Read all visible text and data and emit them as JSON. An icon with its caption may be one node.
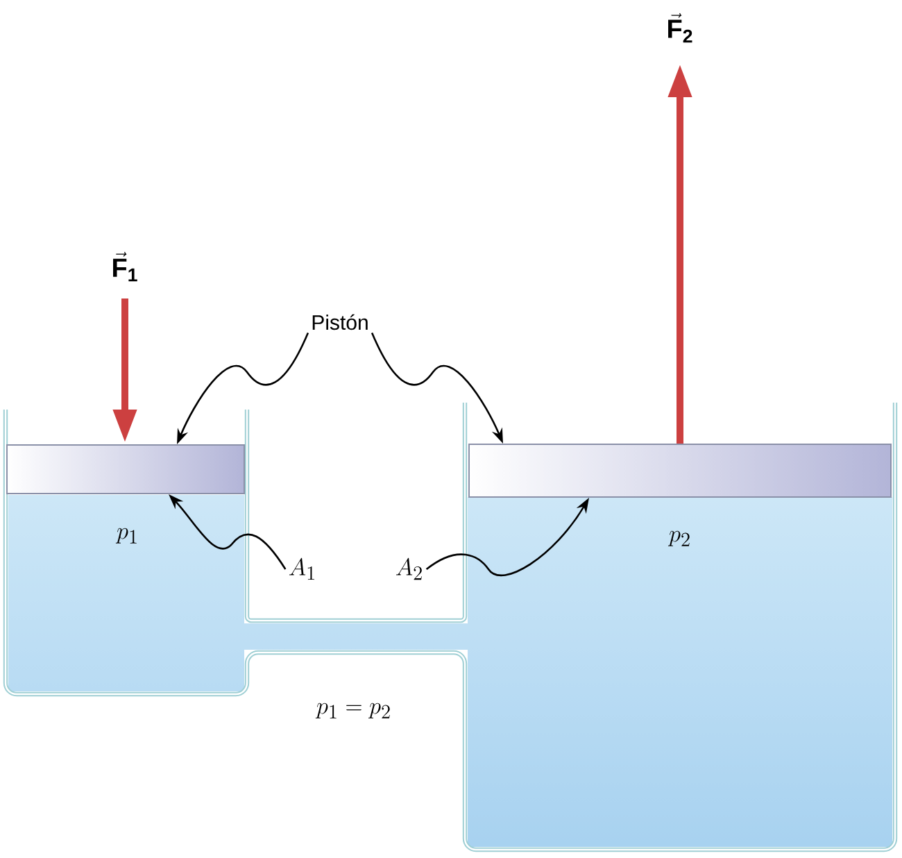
{
  "diagram": {
    "nodes": [
      {
        "text": [
          "Pistón"
        ]
      },
      {
        "text": [],
        "shape": "bar"
      },
      {
        "text": [],
        "shape": "bar"
      },
      {
        "text": [
          "A_1"
        ]
      },
      {
        "text": [
          "A_2"
        ]
      }
    ],
    "edges": [
      {
        "from": 0,
        "to": 1,
        "arrow": "to"
      },
      {
        "from": 0,
        "to": 2,
        "arrow": "to"
      },
      {
        "from": 3,
        "to": 1,
        "arrow": "to"
      },
      {
        "from": 4,
        "to": 2,
        "arrow": "to"
      }
    ],
    "labels": [
      "\\vec{\\mathbf{F}}_{\\mathbf{1}}",
      "\\vec{\\mathbf{F}}_{\\mathbf{2}}",
      "p_1",
      "p_2",
      "p_1 = p_2"
    ]
  }
}
